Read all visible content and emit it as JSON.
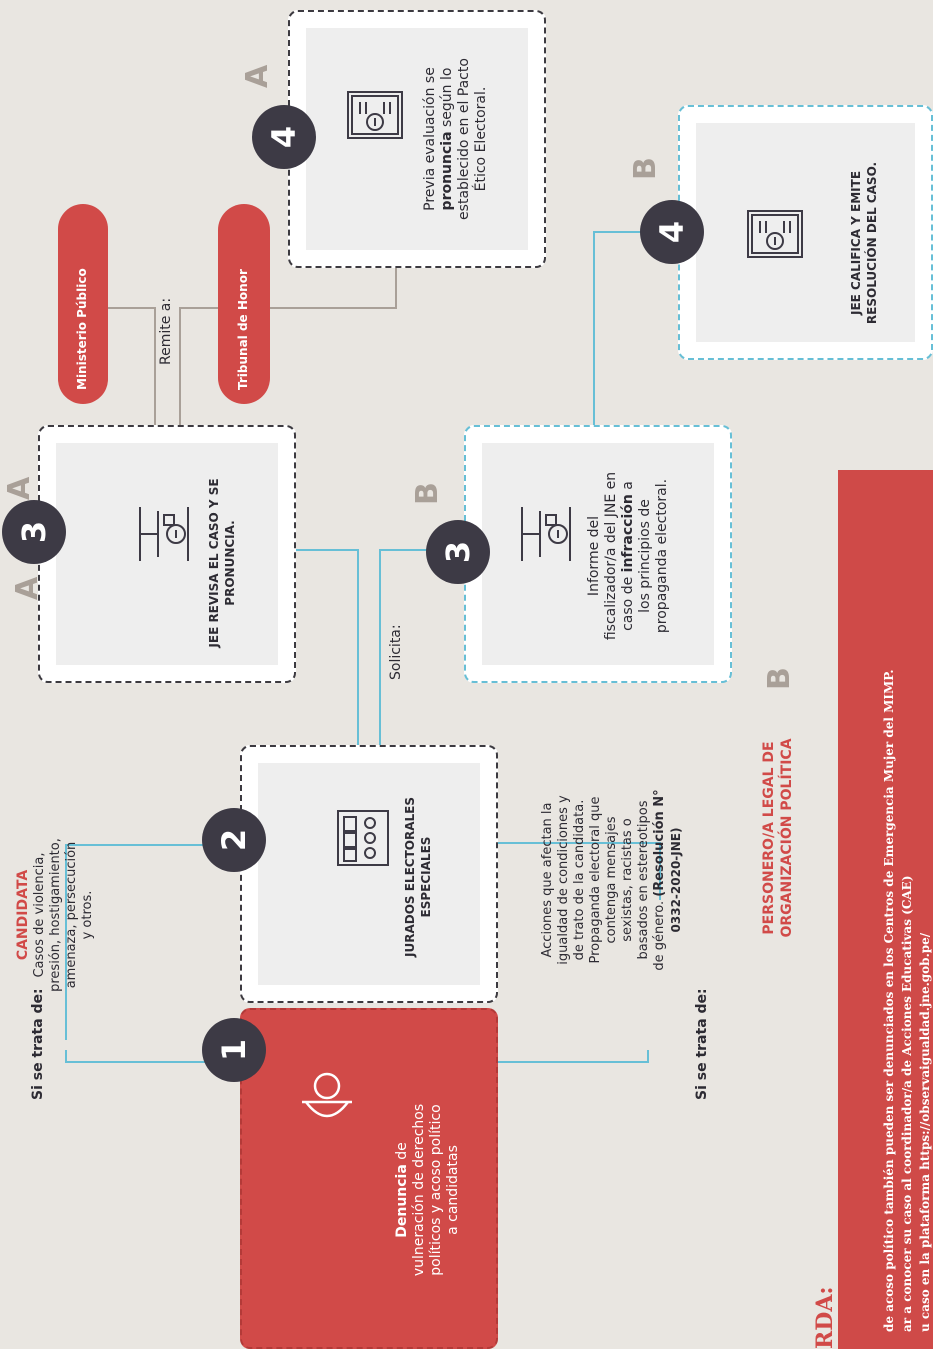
{
  "step1": {
    "number": "1",
    "title_bold": "Denuncia",
    "title_rest": " de",
    "line2": "vulneración de derechos",
    "line3": "políticos y  acoso político",
    "line4": "a candidatas"
  },
  "branchA": {
    "si_se_trata": "Si se trata de:",
    "heading": "CANDIDATA",
    "lines": [
      "Casos de violencia,",
      "presión, hostigamiento,",
      "amenaza, persecución",
      "y otros."
    ],
    "letter": "A"
  },
  "branchB": {
    "si_se_trata": "Si se trata de:",
    "lines": [
      "Acciones que afectan la",
      "igualdad de condiciones y",
      "de trato de la candidata.",
      "Propaganda electoral que",
      "contenga mensajes",
      "sexistas, racistas o",
      "basados en estereotipos",
      "de género."
    ],
    "resolution": "(Resolución N°",
    "resolution2": "0332-2020-JNE)",
    "heading1": "PERSONERO/A LEGAL DE",
    "heading2": "ORGANIZACIÓN POLÍTICA",
    "letter": "B"
  },
  "step2": {
    "number": "2",
    "line1": "JURADOS ELECTORALES",
    "line2": "ESPECIALES"
  },
  "step3A": {
    "number": "3",
    "letter": "A",
    "line1": "JEE REVISA EL CASO Y SE",
    "line2": "PRONUNCIA."
  },
  "step3B": {
    "number": "3",
    "letter": "B",
    "solicita": "Solicita:",
    "line1": "Informe del",
    "line2": "fiscalizador/a del JNE en",
    "line3_a": "caso de ",
    "line3_b": "infracción",
    "line3_c": "  a",
    "line4": "los principios de",
    "line5": "propaganda electoral."
  },
  "remite": {
    "label": "Remite a:",
    "ministerio": "Ministerio Público",
    "tribunal": "Tribunal de Honor"
  },
  "step4A": {
    "number": "4",
    "letter": "A",
    "line1": "Previa evaluación  se",
    "line2_bold": "pronuncia",
    "line2_rest": " según lo",
    "line3": "establecido en el Pacto",
    "line4": "Ético Electoral."
  },
  "step4B": {
    "number": "4",
    "letter": "B",
    "line1": "JEE CALIFICA Y EMITE",
    "line2": "RESOLUCIÓN DEL CASO."
  },
  "recuerda": {
    "heading": "RDA:",
    "line1": "de acoso político también pueden ser denunciados en los Centros de Emergencia Mujer del MIMP.",
    "line2": "ar a conocer su caso al coordinador/a de Acciones Educativas (CAE)",
    "line3": "u caso en la plataforma https://observaigualdad.jne.gob.pe/"
  },
  "colors": {
    "red": "#d14a48",
    "dark": "#3d3a45",
    "blue_line": "#67bfd6",
    "tan_line": "#a9a098",
    "background": "#e9e6e1"
  },
  "icons": [
    "hand-heart-icon",
    "jury-bench-icon",
    "desk-official-icon",
    "document-info-icon"
  ]
}
